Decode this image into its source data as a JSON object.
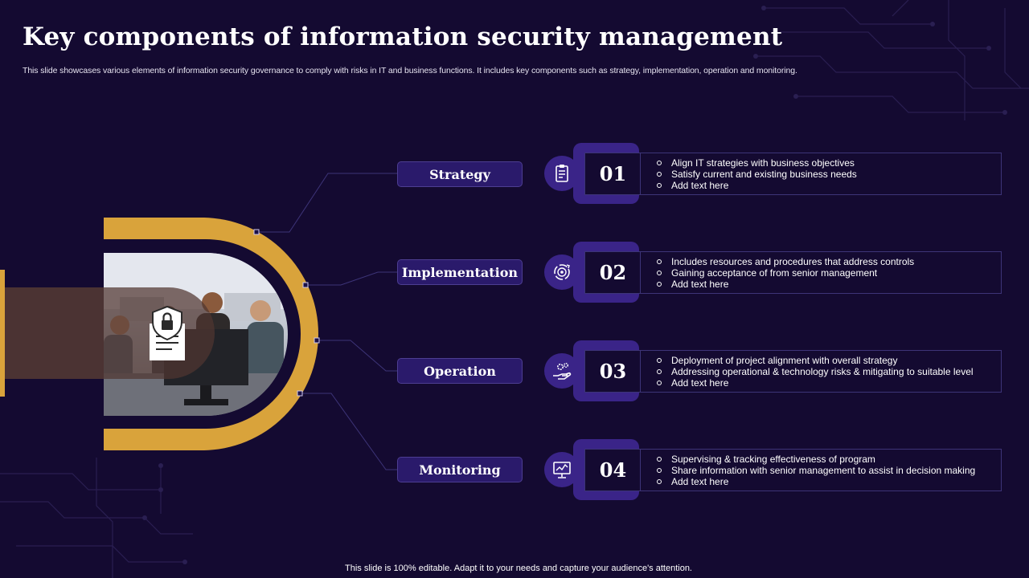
{
  "title": "Key components of information security management",
  "subtitle": "This slide showcases various elements of information security governance to comply with risks in IT and business functions. It includes key components such as strategy, implementation, operation and monitoring.",
  "footer": "This slide is 100% editable. Adapt it to your needs and capture your audience's attention.",
  "colors": {
    "background": "#140a31",
    "accent_gold": "#d9a33b",
    "accent_purple": "#3a2488",
    "pill_purple": "#2a1a6b"
  },
  "visual": {
    "photo_icon": "document-lock-icon"
  },
  "components": [
    {
      "label": "Strategy",
      "number": "01",
      "icon": "clipboard-icon",
      "points": [
        "Align IT strategies with business objectives",
        "Satisfy current and existing business needs",
        "Add text here"
      ]
    },
    {
      "label": "Implementation",
      "number": "02",
      "icon": "target-cycle-icon",
      "points": [
        "Includes resources and procedures that address controls",
        "Gaining acceptance of from senior management",
        "Add text here"
      ]
    },
    {
      "label": "Operation",
      "number": "03",
      "icon": "hand-gear-icon",
      "points": [
        "Deployment of project alignment with overall strategy",
        "Addressing operational & technology risks & mitigating to suitable level",
        "Add text here"
      ]
    },
    {
      "label": "Monitoring",
      "number": "04",
      "icon": "monitor-chart-icon",
      "points": [
        "Supervising & tracking effectiveness of program",
        "Share information with senior management to assist in decision making",
        "Add text here"
      ]
    }
  ]
}
